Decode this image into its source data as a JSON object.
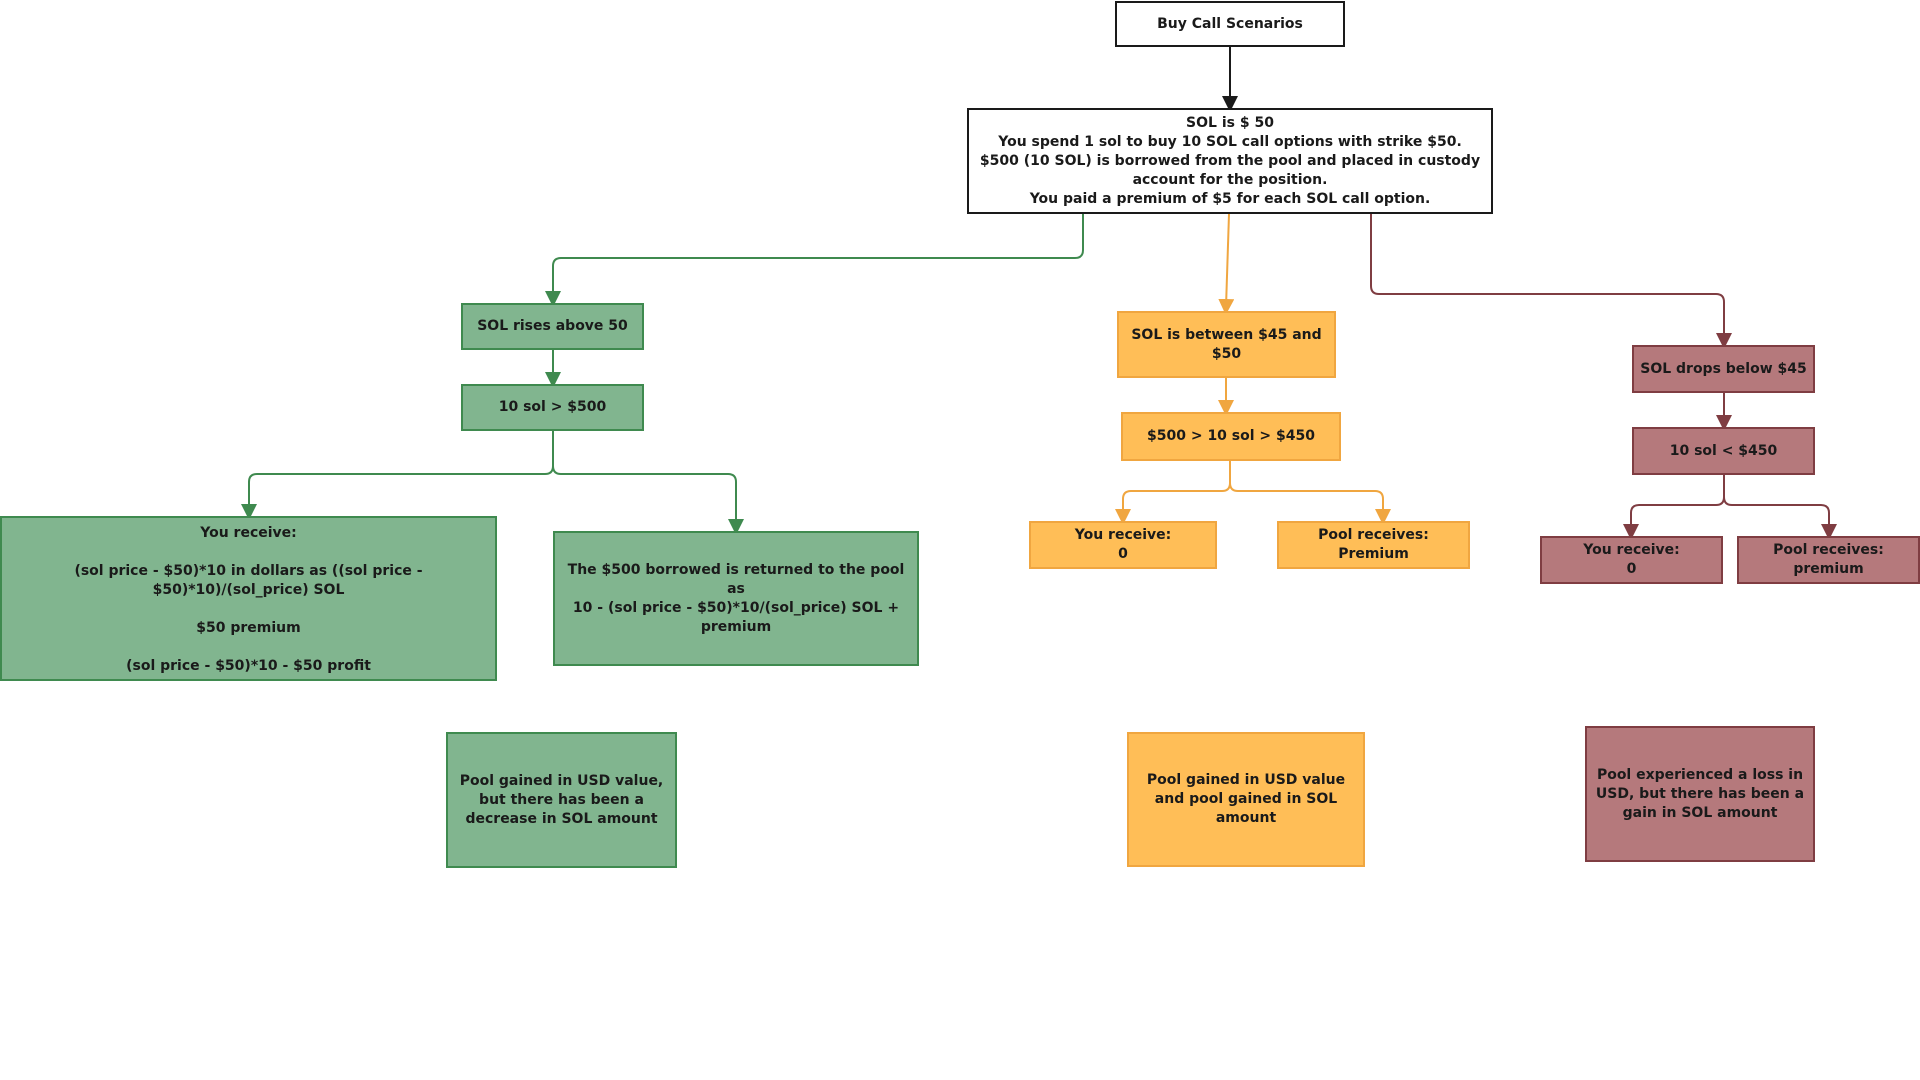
{
  "diagram": {
    "title": "Buy Call Scenarios",
    "setup": "SOL is $ 50\nYou spend 1 sol to buy 10 SOL call options with strike $50.\n$500 (10 SOL) is borrowed from the pool and placed in custody account for the position.\nYou paid a premium of $5 for each SOL call option.",
    "rise": {
      "scenario": "SOL rises above 50",
      "condition": "10 sol > $500",
      "you_receive": "You receive:\n\n(sol price - $50)*10 in dollars as ((sol price - $50)*10)/(sol_price) SOL\n\n$50 premium\n\n(sol price - $50)*10 - $50 profit",
      "pool_receives": "The $500 borrowed is returned to the pool as\n10 - (sol price - $50)*10/(sol_price) SOL + premium",
      "summary": "Pool gained in USD value, but there has been a decrease in SOL amount"
    },
    "between": {
      "scenario": "SOL is between $45 and $50",
      "condition": "$500 > 10 sol > $450",
      "you_receive": "You receive:\n0",
      "pool_receives": "Pool receives:\nPremium",
      "summary": "Pool gained in USD value and pool gained in SOL amount"
    },
    "drop": {
      "scenario": "SOL drops below $45",
      "condition": "10 sol < $450",
      "you_receive": "You receive:\n0",
      "pool_receives": "Pool receives:\npremium",
      "summary": "Pool experienced a loss in USD, but there has been a gain in SOL amount"
    }
  },
  "colors": {
    "green_fill": "#81b58f",
    "green_line": "#3f8a4f",
    "yellow_fill": "#ffbe57",
    "yellow_line": "#f0a640",
    "red_fill": "#b5797c",
    "red_line": "#7f3d42",
    "black_line": "#1a1a1a"
  }
}
